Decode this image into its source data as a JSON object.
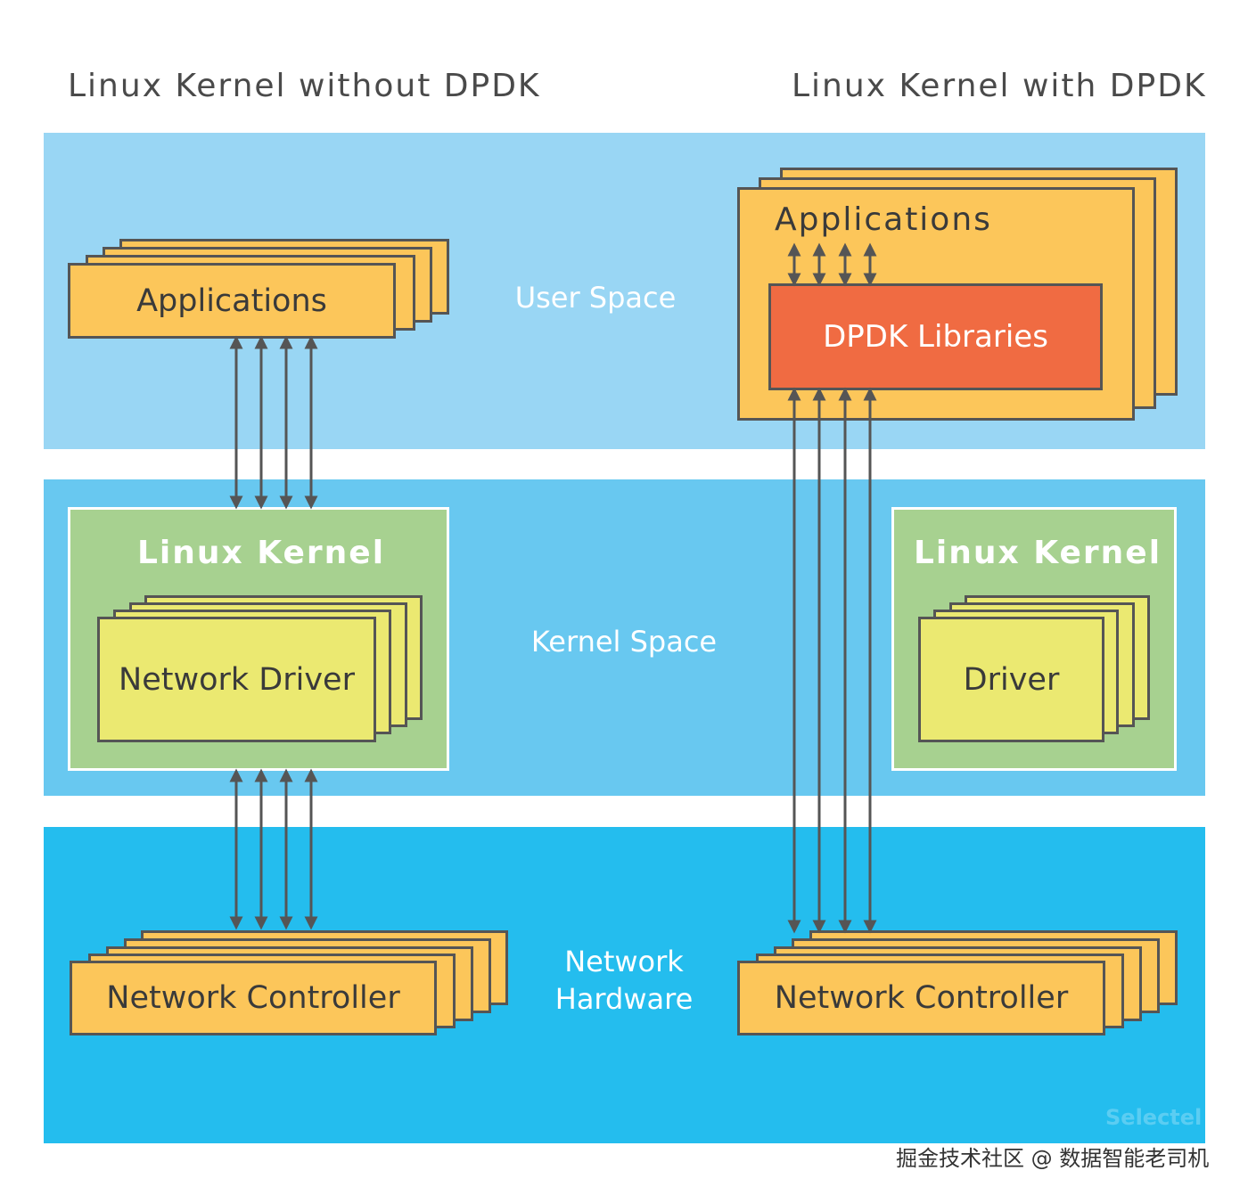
{
  "headings": {
    "left": "Linux Kernel without DPDK",
    "right": "Linux Kernel with DPDK"
  },
  "bands": {
    "user_space": "User Space",
    "kernel_space": "Kernel Space",
    "network_hardware_line1": "Network",
    "network_hardware_line2": "Hardware"
  },
  "left": {
    "applications": "Applications",
    "linux_kernel": "Linux Kernel",
    "network_driver": "Network Driver",
    "network_controller": "Network Controller"
  },
  "right": {
    "applications": "Applications",
    "dpdk_libraries": "DPDK Libraries",
    "linux_kernel": "Linux Kernel",
    "driver": "Driver",
    "network_controller": "Network Controller"
  },
  "watermark": "Selectel",
  "footer": "掘金技术社区 @ 数据智能老司机",
  "colors": {
    "user_space_band": "#99d6f4",
    "kernel_space_band": "#68c8f0",
    "hardware_band": "#24bdee",
    "app_box": "#fcc65a",
    "driver_box": "#ebe971",
    "kernel_box": "#a7d190",
    "dpdk_box": "#f06b42",
    "arrow": "#555555"
  }
}
